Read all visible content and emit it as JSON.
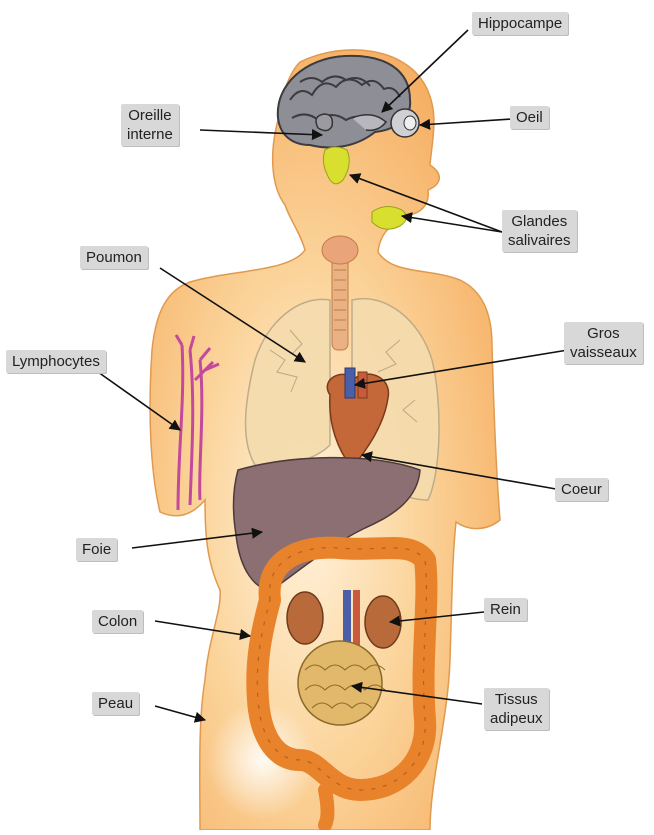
{
  "labels": {
    "hippocampe": "Hippocampe",
    "oeil": "Oeil",
    "oreille_interne": "Oreille\ninterne",
    "glandes_salivaires": "Glandes\nsalivaires",
    "poumon": "Poumon",
    "gros_vaisseaux": "Gros\nvaisseaux",
    "lymphocytes": "Lymphocytes",
    "coeur": "Coeur",
    "foie": "Foie",
    "rein": "Rein",
    "colon": "Colon",
    "tissus_adipeux": "Tissus\nadipeux",
    "peau": "Peau"
  },
  "colors": {
    "skin": "#f7b867",
    "skin_light": "#fde4bd",
    "brain": "#8e8e96",
    "liver": "#8c6f72",
    "colon": "#e8822b",
    "kidney": "#b96a3a",
    "heart": "#c4683a",
    "lung": "#f5dcae",
    "lymph": "#c2499b",
    "salivary": "#d9df2e",
    "fat": "#e2b86a",
    "label_bg": "#d8d8d8"
  }
}
